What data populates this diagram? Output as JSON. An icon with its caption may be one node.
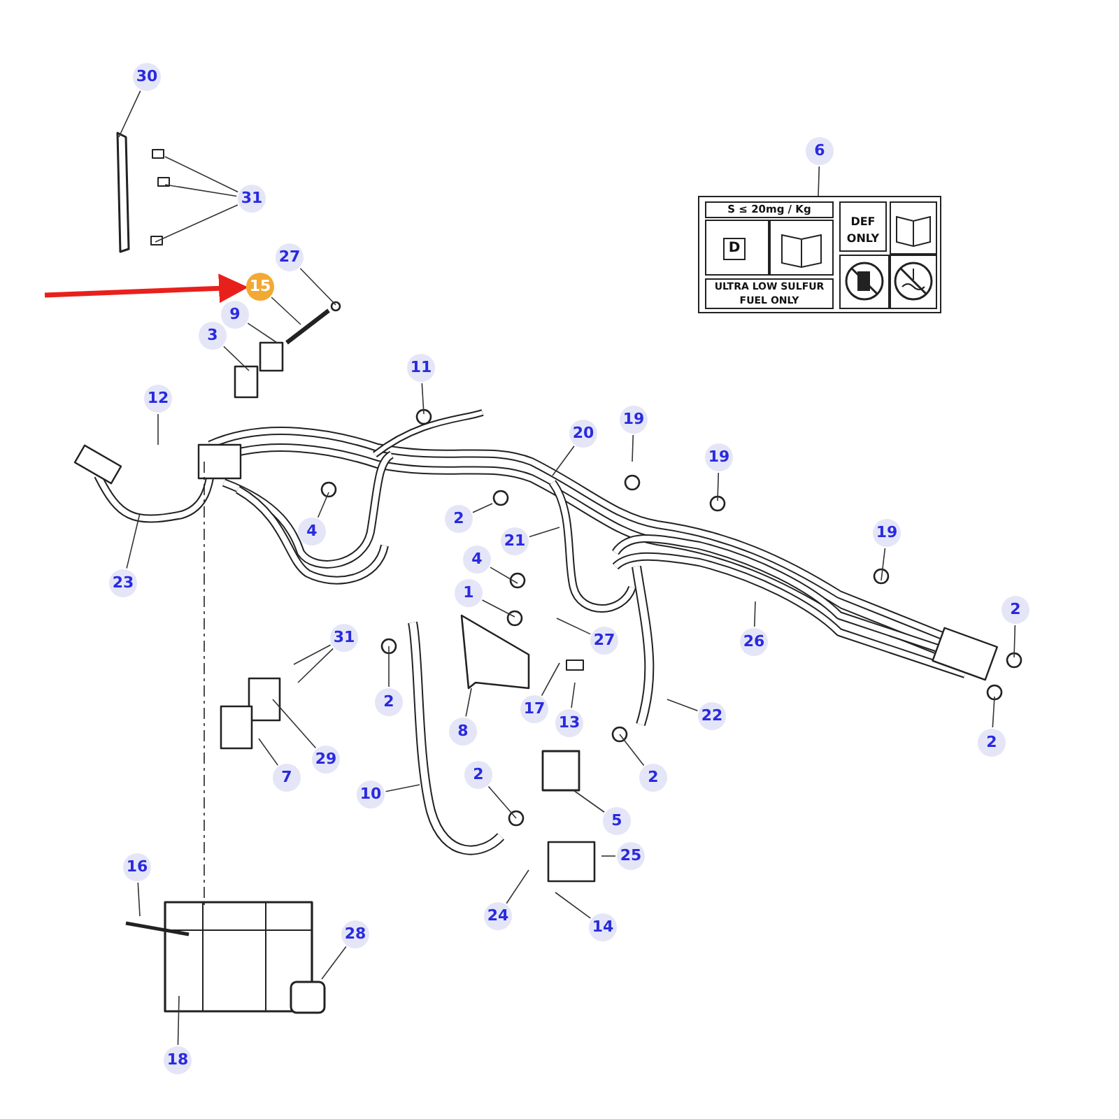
{
  "diagram": {
    "nodes": [
      {
        "text": [
          "30"
        ]
      },
      {
        "text": [
          "31"
        ]
      },
      {
        "text": [
          "6"
        ]
      },
      {
        "text": [
          "S ≤ 20mg / Kg",
          "D",
          "ULTRA LOW SULFUR FUEL ONLY",
          "DEF ONLY"
        ]
      },
      {
        "text": [
          "27"
        ]
      },
      {
        "text": [
          "15"
        ]
      },
      {
        "text": [
          "9"
        ]
      },
      {
        "text": [
          "3"
        ]
      },
      {
        "text": [
          "11"
        ]
      },
      {
        "text": [
          "12"
        ]
      },
      {
        "text": [
          "19"
        ]
      },
      {
        "text": [
          "20"
        ]
      },
      {
        "text": [
          "19"
        ]
      },
      {
        "text": [
          "2"
        ]
      },
      {
        "text": [
          "21"
        ]
      },
      {
        "text": [
          "4"
        ]
      },
      {
        "text": [
          "23"
        ]
      },
      {
        "text": [
          "19"
        ]
      },
      {
        "text": [
          "4"
        ]
      },
      {
        "text": [
          "1"
        ]
      },
      {
        "text": [
          "2"
        ]
      },
      {
        "text": [
          "27"
        ]
      },
      {
        "text": [
          "26"
        ]
      },
      {
        "text": [
          "31"
        ]
      },
      {
        "text": [
          "2"
        ]
      },
      {
        "text": [
          "8"
        ]
      },
      {
        "text": [
          "17"
        ]
      },
      {
        "text": [
          "13"
        ]
      },
      {
        "text": [
          "22"
        ]
      },
      {
        "text": [
          "29"
        ]
      },
      {
        "text": [
          "7"
        ]
      },
      {
        "text": [
          "2"
        ]
      },
      {
        "text": [
          "2"
        ]
      },
      {
        "text": [
          "2"
        ]
      },
      {
        "text": [
          "10"
        ]
      },
      {
        "text": [
          "5"
        ]
      },
      {
        "text": [
          "25"
        ]
      },
      {
        "text": [
          "16"
        ]
      },
      {
        "text": [
          "24"
        ]
      },
      {
        "text": [
          "14"
        ]
      },
      {
        "text": [
          "28"
        ]
      },
      {
        "text": [
          "18"
        ]
      }
    ],
    "edges": [
      {
        "from": 0,
        "to": null,
        "arrow": "none"
      },
      {
        "from": 1,
        "to": null,
        "arrow": "none"
      },
      {
        "from": 1,
        "to": null,
        "arrow": "none"
      },
      {
        "from": 1,
        "to": null,
        "arrow": "none"
      },
      {
        "from": 2,
        "to": 3,
        "arrow": "none"
      },
      {
        "from": 4,
        "to": null,
        "arrow": "none"
      },
      {
        "from": null,
        "to": 5,
        "arrow": "to",
        "style": "thick",
        "color": "#e8201c"
      },
      {
        "from": 5,
        "to": null,
        "arrow": "none"
      },
      {
        "from": 6,
        "to": null,
        "arrow": "none"
      },
      {
        "from": 7,
        "to": null,
        "arrow": "none"
      },
      {
        "from": 8,
        "to": null,
        "arrow": "none"
      },
      {
        "from": 9,
        "to": null,
        "arrow": "none"
      },
      {
        "from": 10,
        "to": null,
        "arrow": "none"
      },
      {
        "from": 11,
        "to": null,
        "arrow": "none"
      },
      {
        "from": 12,
        "to": null,
        "arrow": "none"
      },
      {
        "from": 13,
        "to": null,
        "arrow": "none"
      },
      {
        "from": 14,
        "to": null,
        "arrow": "none"
      },
      {
        "from": 15,
        "to": null,
        "arrow": "none"
      },
      {
        "from": 16,
        "to": null,
        "arrow": "none"
      },
      {
        "from": 17,
        "to": null,
        "arrow": "none"
      },
      {
        "from": 18,
        "to": null,
        "arrow": "none"
      },
      {
        "from": 19,
        "to": null,
        "arrow": "none"
      },
      {
        "from": 20,
        "to": null,
        "arrow": "none"
      },
      {
        "from": 21,
        "to": null,
        "arrow": "none"
      },
      {
        "from": 22,
        "to": null,
        "arrow": "none"
      },
      {
        "from": 23,
        "to": null,
        "arrow": "none"
      },
      {
        "from": 23,
        "to": null,
        "arrow": "none"
      },
      {
        "from": 24,
        "to": null,
        "arrow": "none"
      },
      {
        "from": 25,
        "to": null,
        "arrow": "none"
      },
      {
        "from": 26,
        "to": null,
        "arrow": "none"
      },
      {
        "from": 27,
        "to": null,
        "arrow": "none"
      },
      {
        "from": 28,
        "to": null,
        "arrow": "none"
      },
      {
        "from": 29,
        "to": null,
        "arrow": "none"
      },
      {
        "from": 30,
        "to": null,
        "arrow": "none"
      },
      {
        "from": 31,
        "to": null,
        "arrow": "none"
      },
      {
        "from": 32,
        "to": null,
        "arrow": "none"
      },
      {
        "from": 33,
        "to": null,
        "arrow": "none"
      },
      {
        "from": 34,
        "to": null,
        "arrow": "none"
      },
      {
        "from": 35,
        "to": null,
        "arrow": "none"
      },
      {
        "from": 36,
        "to": null,
        "arrow": "none"
      },
      {
        "from": 37,
        "to": null,
        "arrow": "none"
      },
      {
        "from": 38,
        "to": null,
        "arrow": "none"
      },
      {
        "from": 39,
        "to": null,
        "arrow": "none"
      },
      {
        "from": 40,
        "to": null,
        "arrow": "none"
      },
      {
        "from": 41,
        "to": null,
        "arrow": "none"
      }
    ]
  }
}
